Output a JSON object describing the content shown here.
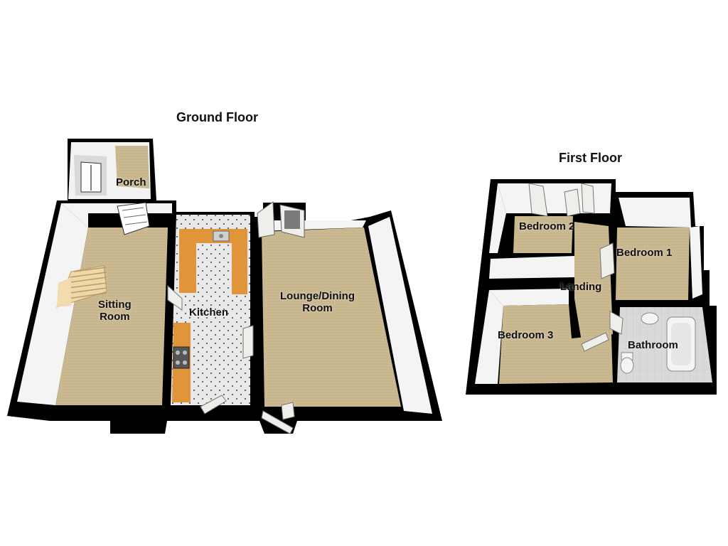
{
  "floors": {
    "ground": {
      "title": "Ground Floor",
      "rooms": {
        "porch": "Porch",
        "sitting_room": {
          "line1": "Sitting",
          "line2": "Room"
        },
        "kitchen": "Kitchen",
        "lounge_dining": {
          "line1": "Lounge/Dining",
          "line2": "Room"
        }
      }
    },
    "first": {
      "title": "First Floor",
      "rooms": {
        "bedroom_2": "Bedroom 2",
        "bedroom_1": "Bedroom 1",
        "landing": "Landing",
        "bedroom_3": "Bedroom 3",
        "bathroom": "Bathroom"
      }
    }
  },
  "colors": {
    "wall": "#000000",
    "wall_inner": "#f2f2f2",
    "carpet": "#c9b790",
    "kitchen_floor": "#e9e9e9",
    "bath_floor": "#d8d8d8",
    "worktop": "#e0953a",
    "door": "#eeeeea"
  },
  "icons": {
    "stairs": "stairs-icon",
    "hob": "hob-icon",
    "sink": "sink-icon",
    "bath": "bath-icon",
    "toilet": "toilet-icon",
    "basin": "basin-icon"
  }
}
